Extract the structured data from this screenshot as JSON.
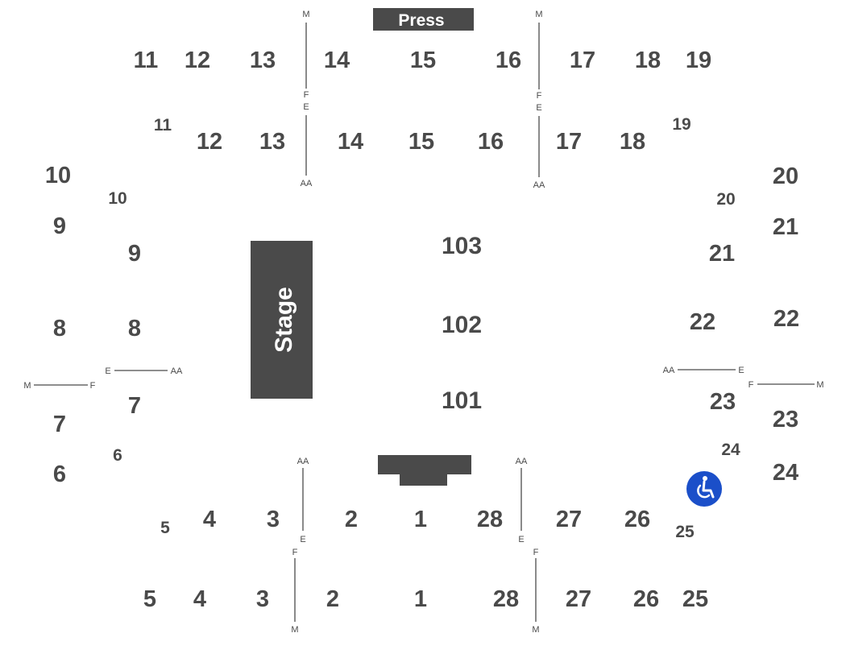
{
  "labels": {
    "press": "Press",
    "stage": "Stage"
  },
  "colors": {
    "section_text": "#4a4a4a",
    "block_fill": "#4a4a4a",
    "accessible_badge": "#1b4fc9",
    "background": "#ffffff"
  },
  "icons": {
    "accessible": "wheelchair-icon"
  },
  "outer_sections": [
    "5",
    "4",
    "3",
    "2",
    "1",
    "28",
    "27",
    "26",
    "25",
    "6",
    "7",
    "8",
    "9",
    "10",
    "11",
    "12",
    "13",
    "14",
    "15",
    "16",
    "17",
    "18",
    "19",
    "20",
    "21",
    "22",
    "23",
    "24"
  ],
  "inner_sections": [
    "5",
    "4",
    "3",
    "2",
    "1",
    "28",
    "27",
    "26",
    "25",
    "6",
    "7",
    "8",
    "9",
    "10",
    "11",
    "12",
    "13",
    "14",
    "15",
    "16",
    "17",
    "18",
    "19",
    "20",
    "21",
    "22",
    "23",
    "24"
  ],
  "floor_sections": [
    "103",
    "102",
    "101"
  ],
  "row_labels": {
    "top_left": [
      "M",
      "F",
      "E",
      "AA"
    ],
    "top_right": [
      "M",
      "F",
      "E",
      "AA"
    ],
    "left": [
      "M",
      "F",
      "E",
      "AA"
    ],
    "right": [
      "AA",
      "E",
      "F",
      "M"
    ],
    "bottom_left": [
      "AA",
      "E",
      "F",
      "M"
    ],
    "bottom_right": [
      "AA",
      "E",
      "F",
      "M"
    ]
  }
}
